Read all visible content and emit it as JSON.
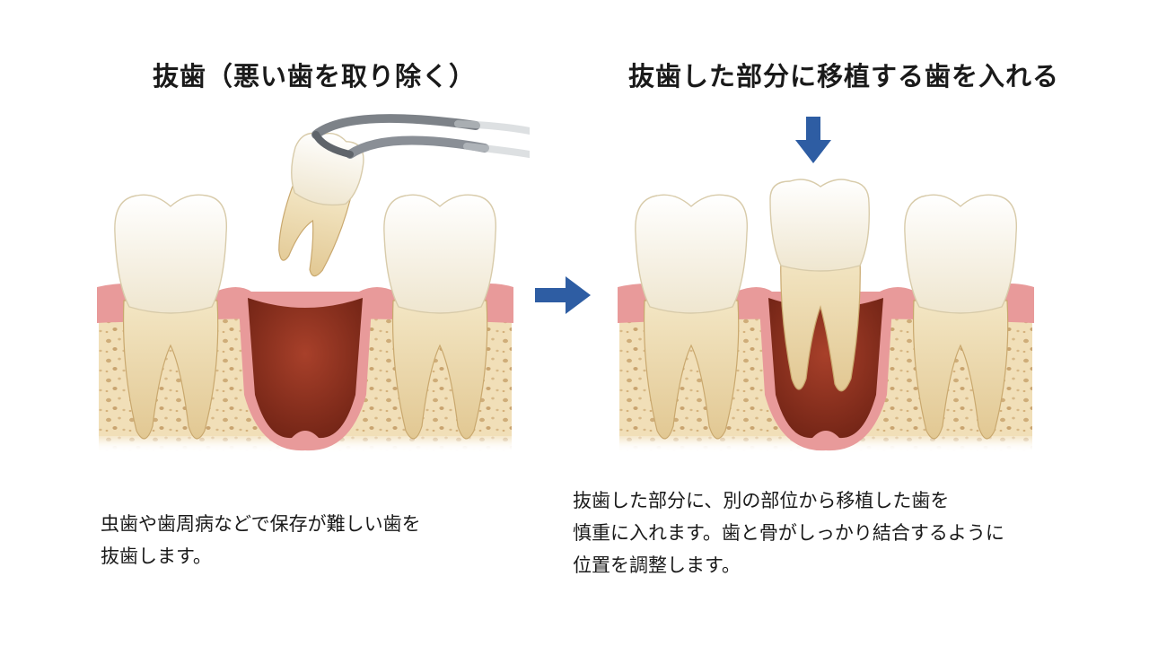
{
  "left": {
    "title": "抜歯（悪い歯を取り除く）",
    "caption": [
      "虫歯や歯周病などで保存が難しい歯を",
      "抜歯します。"
    ]
  },
  "right": {
    "title": "抜歯した部分に移植する歯を入れる",
    "caption": [
      "抜歯した部分に、別の部位から移植した歯を",
      "慎重に入れます。歯と骨がしっかり結合するように",
      "位置を調整します。"
    ]
  },
  "colors": {
    "arrow": "#2e5da3",
    "gum": "#e89a9a",
    "bone": "#f1dfb8",
    "bone_pore": "#c9a46e",
    "socket": "#8f2e1e",
    "tooth_crown": "#f8f3e6",
    "tooth_root": "#ecd9ac",
    "forceps": "#7d8288"
  }
}
